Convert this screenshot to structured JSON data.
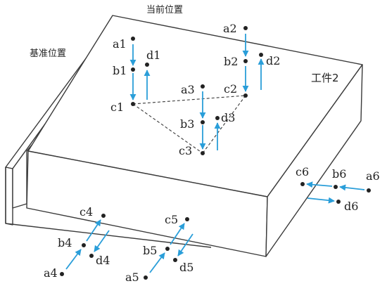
{
  "labels": {
    "current_position": "当前位置",
    "base_position": "基准位置",
    "workpiece": "工件2"
  },
  "points": {
    "a1": "a1",
    "b1": "b1",
    "c1": "c1",
    "d1": "d1",
    "a2": "a2",
    "b2": "b2",
    "c2": "c2",
    "d2": "d2",
    "a3": "a3",
    "b3": "b3",
    "c3": "c3",
    "d3": "d3",
    "a4": "a4",
    "b4": "b4",
    "c4": "c4",
    "d4": "d4",
    "a5": "a5",
    "b5": "b5",
    "c5": "c5",
    "d5": "d5",
    "a6": "a6",
    "b6": "b6",
    "c6": "c6",
    "d6": "d6"
  },
  "colors": {
    "arrow": "#2a9ed9",
    "outline": "#3a3a3a"
  }
}
